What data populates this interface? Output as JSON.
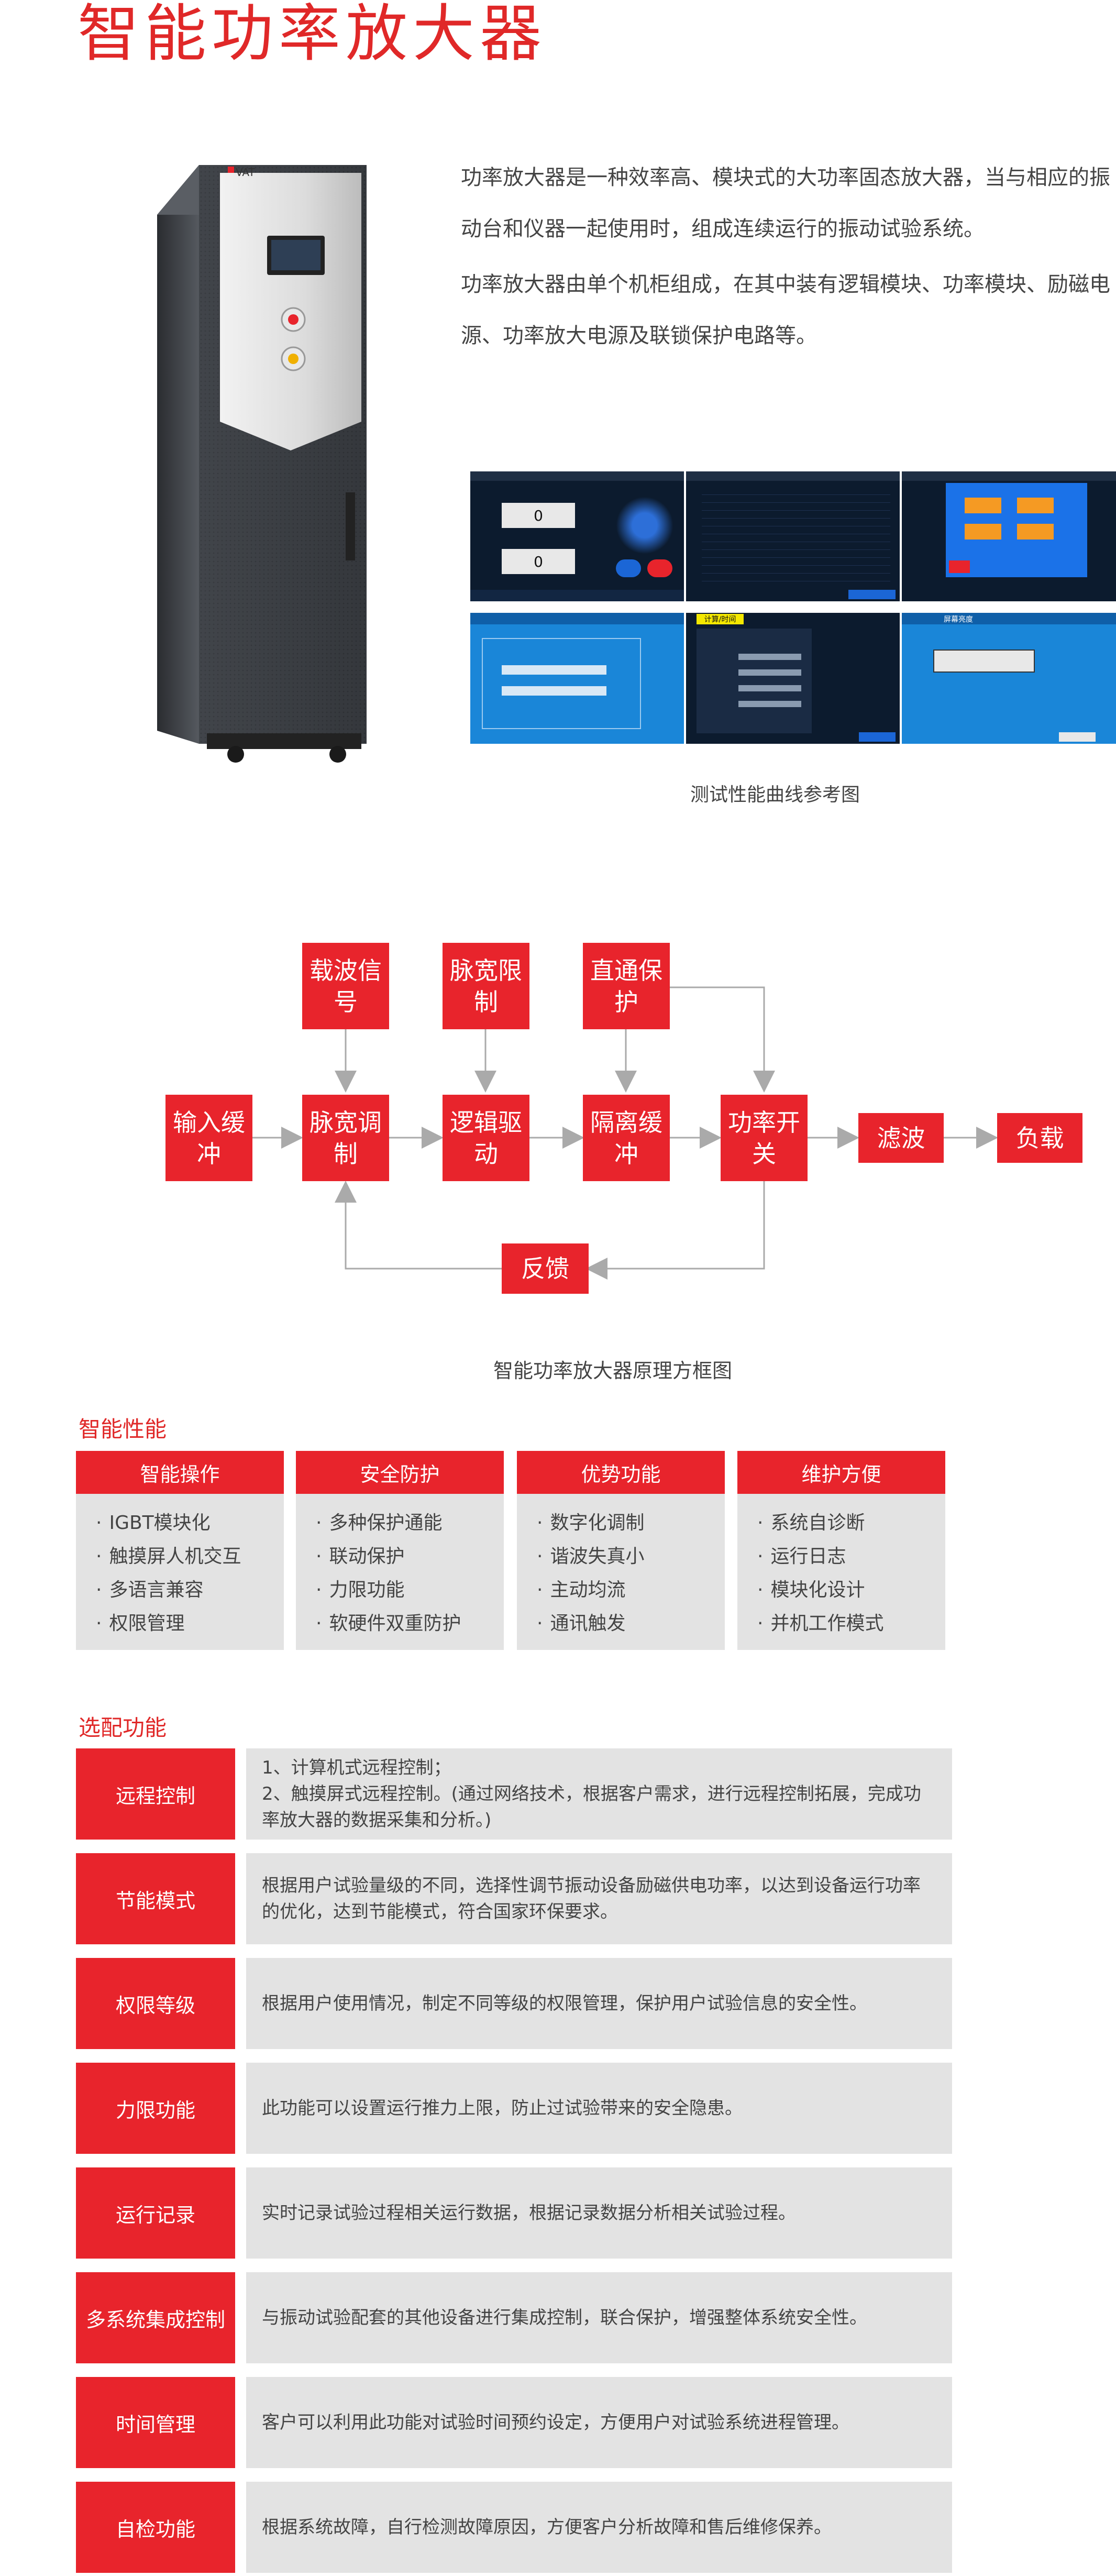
{
  "page": {
    "title": "智能功率放大器",
    "intro": [
      "功率放大器是一种效率高、模块式的大功率固态放大器，当与相应的振动台和仪器一起使用时，组成连续运行的振动试验系统。",
      "功率放大器由单个机柜组成，在其中装有逻辑模块、功率模块、励磁电源、功率放大电源及联锁保护电路等。"
    ],
    "cabinet_logo": "VAT",
    "screens_caption": "测试性能曲线参考图",
    "screens": {
      "s1_value_a": "0",
      "s1_value_b": "0",
      "s5_tab": "计算/时间",
      "s6_tab": "屏幕亮度"
    }
  },
  "diagram": {
    "nodes": {
      "carrier": "载波信号",
      "pwm_limit": "脉宽限制",
      "direct_protect": "直通保护",
      "input_buffer": "输入缓冲",
      "pwm": "脉宽调制",
      "logic_drive": "逻辑驱动",
      "isolation_buffer": "隔离缓冲",
      "power_switch": "功率开关",
      "filter": "滤波",
      "load": "负载",
      "feedback": "反馈"
    },
    "caption": "智能功率放大器原理方框图"
  },
  "features": {
    "section_title": "智能性能",
    "columns": [
      {
        "title": "智能操作",
        "items": [
          "IGBT模块化",
          "触摸屏人机交互",
          "多语言兼容",
          "权限管理"
        ]
      },
      {
        "title": "安全防护",
        "items": [
          "多种保护通能",
          "联动保护",
          "力限功能",
          "软硬件双重防护"
        ]
      },
      {
        "title": "优势功能",
        "items": [
          "数字化调制",
          "谐波失真小",
          "主动均流",
          "通讯触发"
        ]
      },
      {
        "title": "维护方便",
        "items": [
          "系统自诊断",
          "运行日志",
          "模块化设计",
          "并机工作模式"
        ]
      }
    ]
  },
  "options": {
    "section_title": "选配功能",
    "rows": [
      {
        "label": "远程控制",
        "desc": "1、计算机式远程控制；\n2、触摸屏式远程控制。(通过网络技术，根据客户需求，进行远程控制拓展，完成功率放大器的数据采集和分析。)"
      },
      {
        "label": "节能模式",
        "desc": "根据用户试验量级的不同，选择性调节振动设备励磁供电功率，以达到设备运行功率的优化，达到节能模式，符合国家环保要求。"
      },
      {
        "label": "权限等级",
        "desc": "根据用户使用情况，制定不同等级的权限管理，保护用户试验信息的安全性。"
      },
      {
        "label": "力限功能",
        "desc": "此功能可以设置运行推力上限，防止过试验带来的安全隐患。"
      },
      {
        "label": "运行记录",
        "desc": "实时记录试验过程相关运行数据，根据记录数据分析相关试验过程。"
      },
      {
        "label": "多系统集成控制",
        "desc": "与振动试验配套的其他设备进行集成控制，联合保护，增强整体系统安全性。"
      },
      {
        "label": "时间管理",
        "desc": "客户可以利用此功能对试验时间预约设定，方便用户对试验系统进程管理。"
      },
      {
        "label": "自检功能",
        "desc": "根据系统故障，自行检测故障原因，方便客户分析故障和售后维修保养。"
      }
    ]
  },
  "colors": {
    "accent": "#e8242c",
    "panel": "#e3e3e3"
  }
}
